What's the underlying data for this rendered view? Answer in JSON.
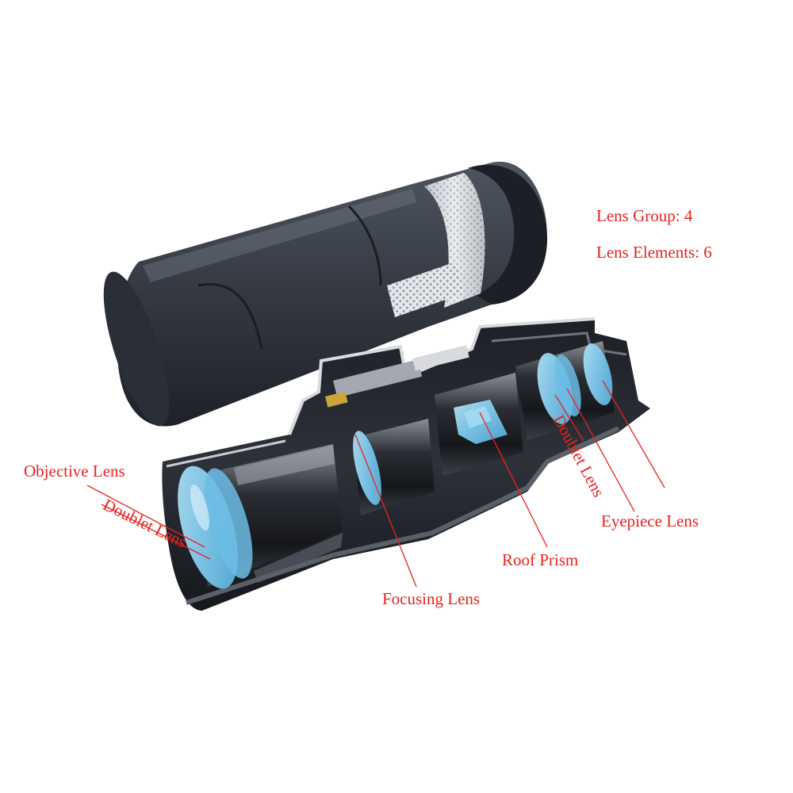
{
  "colors": {
    "annotation": "#e8231f",
    "lens_glass": "#7cc8ec",
    "body_dark": "#2b2f37",
    "body_mid": "#4a4f59",
    "metal_light": "#d8dadf"
  },
  "specs": {
    "lens_group": "Lens Group: 4",
    "lens_elements": "Lens Elements: 6"
  },
  "labels": {
    "objective_lens": "Objective Lens",
    "doublet_lens_front": "Doublet Lens",
    "focusing_lens": "Focusing Lens",
    "roof_prism": "Roof Prism",
    "doublet_lens_rear": "Doublet Lens",
    "eyepiece_lens": "Eyepiece Lens"
  }
}
